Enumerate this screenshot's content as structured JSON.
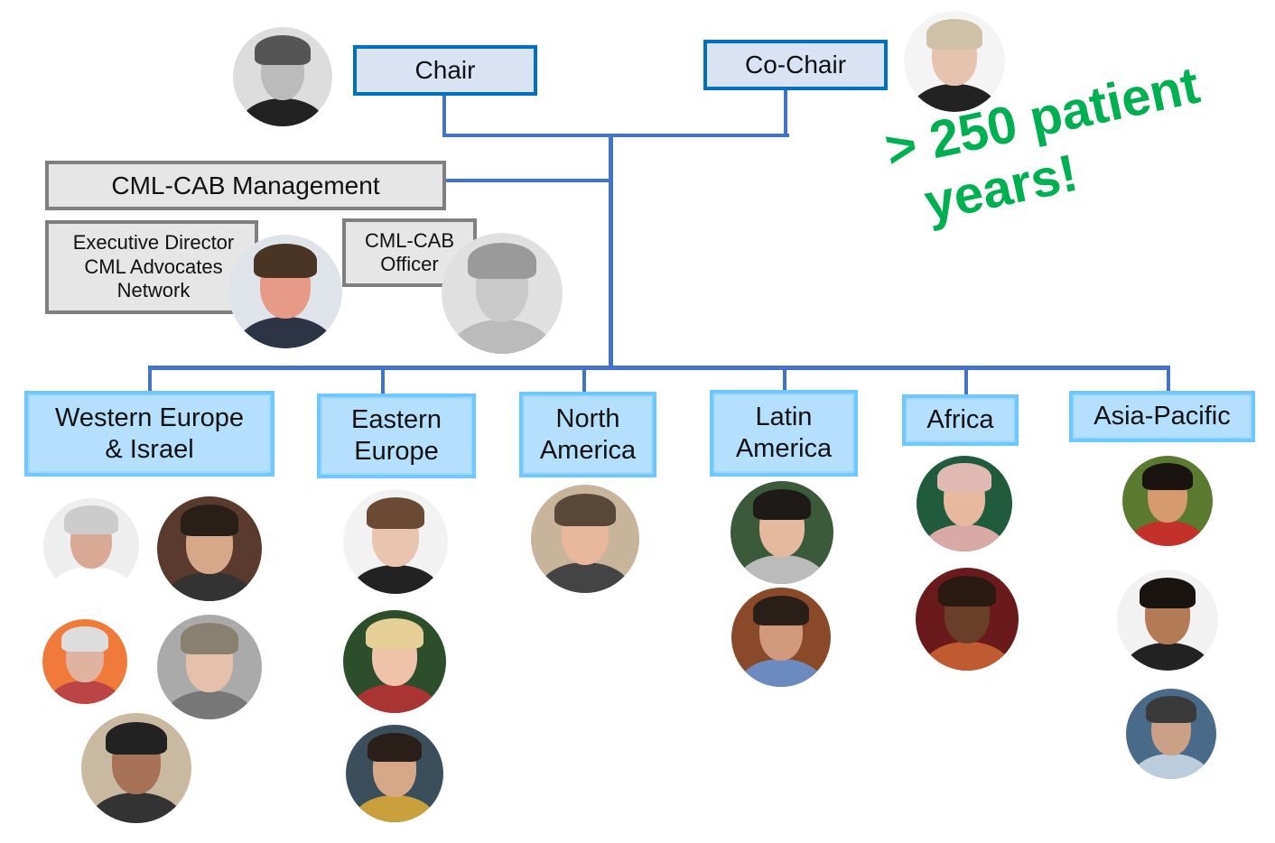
{
  "leadership": {
    "chair": "Chair",
    "co_chair": "Co-Chair"
  },
  "management": {
    "title": "CML-CAB Management",
    "executive_director": [
      "Executive Director",
      "CML Advocates",
      "Network"
    ],
    "officer": [
      "CML-CAB",
      "Officer"
    ]
  },
  "regions": [
    {
      "line1": "Western Europe",
      "line2": "& Israel"
    },
    {
      "line1": "Eastern",
      "line2": "Europe"
    },
    {
      "line1": "North",
      "line2": "America"
    },
    {
      "line1": "Latin",
      "line2": "America"
    },
    {
      "line1": "Africa",
      "line2": ""
    },
    {
      "line1": "Asia-Pacific",
      "line2": ""
    }
  ],
  "highlight": {
    "line1": "> 250 patient",
    "line2": "years!",
    "color": "#00b050"
  },
  "colors": {
    "connector": "#4472c4",
    "top_border": "#0070c0",
    "region_fill": "#b4e0fd"
  }
}
